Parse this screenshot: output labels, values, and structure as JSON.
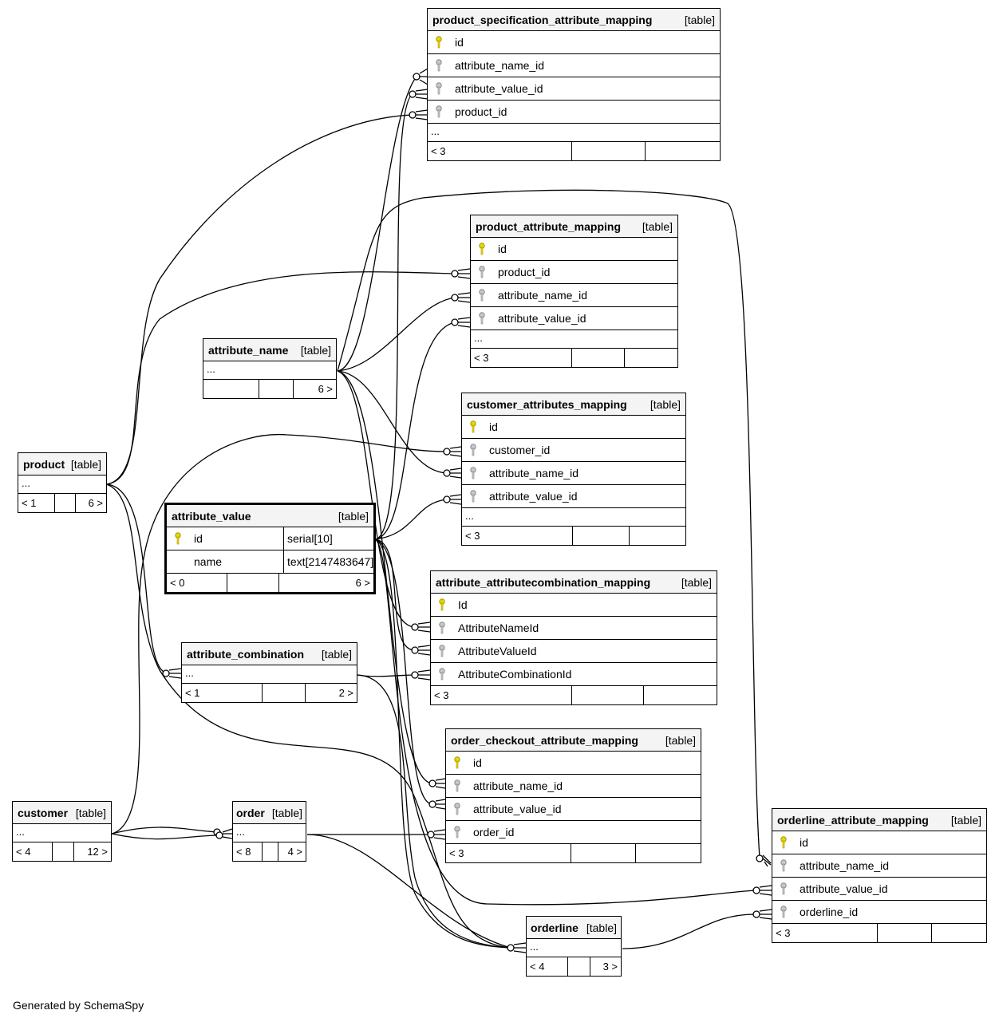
{
  "footer": {
    "credit": "Generated by SchemaSpy"
  },
  "colors": {
    "pk": "#e8d800",
    "fk": "#b0b0b0",
    "header_bg": "#f4f4f4"
  },
  "tables": {
    "psam": {
      "name": "product_specification_attribute_mapping",
      "tag": "[table]",
      "rows": [
        "id",
        "attribute_name_id",
        "attribute_value_id",
        "product_id"
      ],
      "ellipsis": "...",
      "foot": [
        "< 3",
        "",
        ""
      ]
    },
    "pam": {
      "name": "product_attribute_mapping",
      "tag": "[table]",
      "rows": [
        "id",
        "product_id",
        "attribute_name_id",
        "attribute_value_id"
      ],
      "ellipsis": "...",
      "foot": [
        "< 3",
        "",
        ""
      ]
    },
    "attribute_name": {
      "name": "attribute_name",
      "tag": "[table]",
      "ellipsis": "...",
      "foot": [
        "",
        "",
        "6 >"
      ]
    },
    "cam": {
      "name": "customer_attributes_mapping",
      "tag": "[table]",
      "rows": [
        "id",
        "customer_id",
        "attribute_name_id",
        "attribute_value_id"
      ],
      "ellipsis": "...",
      "foot": [
        "< 3",
        "",
        ""
      ]
    },
    "product": {
      "name": "product",
      "tag": "[table]",
      "ellipsis": "...",
      "foot": [
        "< 1",
        "",
        "6 >"
      ]
    },
    "attribute_value": {
      "name": "attribute_value",
      "tag": "[table]",
      "rows": [
        {
          "name": "id",
          "type": "serial[10]"
        },
        {
          "name": "name",
          "type": "text[2147483647]"
        }
      ],
      "foot": [
        "< 0",
        "",
        "6 >"
      ]
    },
    "aacm": {
      "name": "attribute_attributecombination_mapping",
      "tag": "[table]",
      "rows": [
        "Id",
        "AttributeNameId",
        "AttributeValueId",
        "AttributeCombinationId"
      ],
      "foot": [
        "< 3",
        "",
        ""
      ]
    },
    "attribute_combination": {
      "name": "attribute_combination",
      "tag": "[table]",
      "ellipsis": "...",
      "foot": [
        "< 1",
        "",
        "2 >"
      ]
    },
    "ocam": {
      "name": "order_checkout_attribute_mapping",
      "tag": "[table]",
      "rows": [
        "id",
        "attribute_name_id",
        "attribute_value_id",
        "order_id"
      ],
      "foot": [
        "< 3",
        "",
        ""
      ]
    },
    "customer": {
      "name": "customer",
      "tag": "[table]",
      "ellipsis": "...",
      "foot": [
        "< 4",
        "",
        "12 >"
      ]
    },
    "order": {
      "name": "order",
      "tag": "[table]",
      "ellipsis": "...",
      "foot": [
        "< 8",
        "",
        "4 >"
      ]
    },
    "oam": {
      "name": "orderline_attribute_mapping",
      "tag": "[table]",
      "rows": [
        "id",
        "attribute_name_id",
        "attribute_value_id",
        "orderline_id"
      ],
      "foot": [
        "< 3",
        "",
        ""
      ]
    },
    "orderline": {
      "name": "orderline",
      "tag": "[table]",
      "ellipsis": "...",
      "foot": [
        "< 4",
        "",
        "3 >"
      ]
    }
  }
}
